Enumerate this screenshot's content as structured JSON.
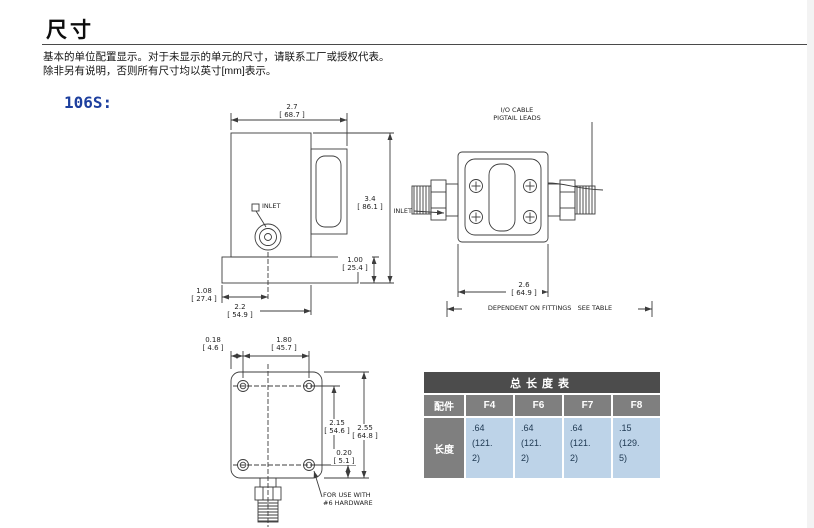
{
  "page": {
    "title": "尺寸",
    "intro_line1": "基本的单位配置显示。对于未显示的单元的尺寸，请联系工厂或授权代表。",
    "intro_line2": "除非另有说明，否则所有尺寸均以英寸[mm]表示。",
    "model_label": "106S:"
  },
  "front_view": {
    "dim_overall_width": "2.7\n[ 68.7 ]",
    "dim_overall_height": "3.4\n[ 86.1 ]",
    "dim_base_height": "1.00\n[ 25.4 ]",
    "dim_inlet_offset": "1.08\n[ 27.4 ]",
    "dim_body_width": "2.2\n[ 54.9 ]",
    "inlet_label": "INLET"
  },
  "side_view": {
    "io_cable_label": "I/O CABLE\nPIGTAIL LEADS",
    "inlet_label": "INLET",
    "dim_body_width": "2.6\n[ 64.9 ]",
    "fittings_note": "DEPENDENT ON FITTINGS   SEE TABLE"
  },
  "bottom_view": {
    "dim_edge_to_hole": "0.18\n[ 4.6 ]",
    "dim_hole_spacing_x": "1.80\n[ 45.7 ]",
    "dim_hole_spacing_y": "2.15\n[ 54.6 ]",
    "dim_plate_height": "2.55\n[ 64.8 ]",
    "dim_hole_to_edge": "0.20\n[ 5.1 ]",
    "hardware_note": "FOR USE WITH\n#6 HARDWARE"
  },
  "length_table": {
    "title": "总长度表",
    "fitting_header": "配件",
    "length_label": "长度",
    "columns": [
      "F4",
      "F6",
      "F7",
      "F8"
    ],
    "values": [
      ".64\n(121.\n2)",
      ".64\n(121.\n2)",
      ".64\n(121.\n2)",
      ".15\n(129.\n5)"
    ]
  },
  "colors": {
    "model_blue": "#1d3f9e",
    "table_title_bg": "#4c4c4c",
    "table_header_bg": "#7f7f7f",
    "table_cell_bg": "#bdd3e8",
    "line_color": "#3c3c3c"
  }
}
